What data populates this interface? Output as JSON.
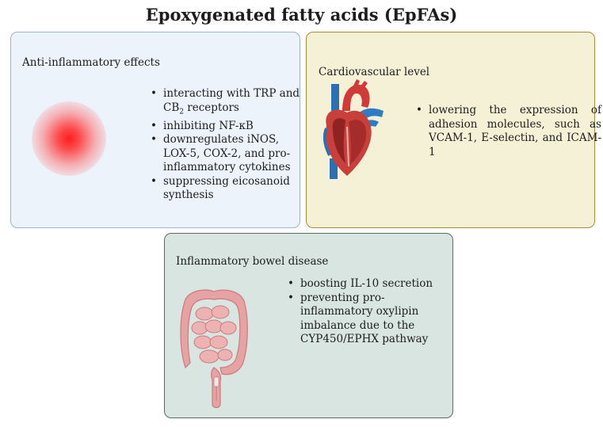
{
  "title": "Epoxygenated fatty acids (EpFAs)",
  "anti_inflammatory": {
    "heading": "Anti-inflammatory effects",
    "items": [
      "interacting with TRP and",
      "inhibiting NF-κB",
      "downregulates iNOS, LOX-5, COX-2, and pro-inflammatory cytokines",
      "suppressing eicosanoid synthesis"
    ],
    "item1_line2_prefix": "CB",
    "item1_line2_sub": "2",
    "item1_line2_suffix": " receptors"
  },
  "cardiovascular": {
    "heading": "Cardiovascular level",
    "items": [
      "lowering the expression of adhesion molecules, such as VCAM-1, E-selectin, and ICAM-1"
    ]
  },
  "ibd": {
    "heading": "Inflammatory bowel disease",
    "items": [
      "boosting IL-10 secretion",
      "preventing pro-inflammatory oxylipin imbalance due to the CYP450/EPHX pathway"
    ]
  },
  "icons": [
    "inflammation-glow-icon",
    "heart-icon",
    "intestine-icon"
  ],
  "colors": {
    "panel_left_bg": "#edf3fb",
    "panel_left_border": "#9db2d6",
    "panel_right_bg": "#f5f1d6",
    "panel_right_border": "#a88b37",
    "panel_bottom_bg": "#d9e5e0",
    "panel_bottom_border": "#5f6a66",
    "inflammation": "#ff1e1e"
  }
}
